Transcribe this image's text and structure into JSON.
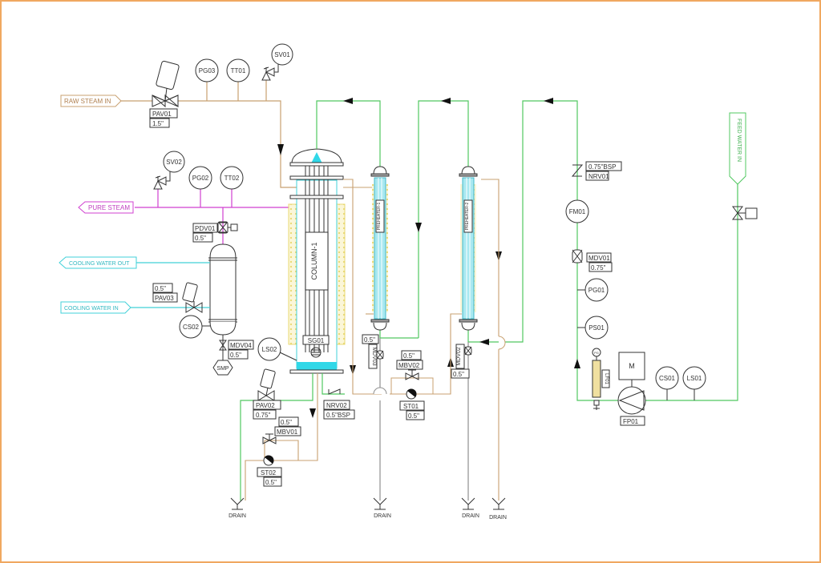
{
  "diagram": {
    "type": "P&ID - pure steam generator",
    "colors": {
      "frame": "#f0a860",
      "raw_steam": "#c8a070",
      "pure_steam": "#d040d0",
      "cooling_water": "#40d0d8",
      "feed_water": "#50c860",
      "drain": "#909090",
      "insulation": "#e8d870",
      "column_fill": "#30d8e8"
    },
    "streams": {
      "raw_steam_in": "RAW STEAM IN",
      "pure_steam": "PURE STEAM",
      "cooling_water_out": "COOLING WATER OUT",
      "cooling_water_in": "COOLING WATER IN",
      "feed_water_in": "FEED WATER IN"
    },
    "equipment": {
      "column": "COLUMN-1",
      "preheater1": "PREHEATER-1",
      "preheater2": "PREHEATER-2",
      "motor": "M",
      "pump": "FP01",
      "sample": "SMP",
      "filter": "LF01"
    },
    "instruments": {
      "pg03": "PG03",
      "tt01": "TT01",
      "sv01": "SV01",
      "sv02": "SV02",
      "pg02": "PG02",
      "tt02": "TT02",
      "cs02": "CS02",
      "ls02": "LS02",
      "sg01": "SG01",
      "fm01": "FM01",
      "pg01": "PG01",
      "ps01": "PS01",
      "cs01": "CS01",
      "ls01": "LS01",
      "pg_small": "PG"
    },
    "valves": {
      "pav01": {
        "tag": "PAV01",
        "size": "1.5\""
      },
      "pdv01": {
        "tag": "PDV01",
        "size": "0.5\""
      },
      "pav03": {
        "tag": "PAV03",
        "size": "0.5\""
      },
      "mdv04": {
        "tag": "MDV04",
        "size": "0.5\""
      },
      "pav02": {
        "tag": "PAV02",
        "size": "0.75\""
      },
      "mbv01": {
        "tag": "MBV01",
        "size": "0.5\""
      },
      "st02": {
        "tag": "ST02",
        "size": "0.5\""
      },
      "nrv02": {
        "tag": "NRV02",
        "size": "0.5\"BSP"
      },
      "mdv03": {
        "tag": "MDV03",
        "size": "0.5\""
      },
      "mbv02": {
        "tag": "MBV02",
        "size": "0.5\""
      },
      "st01": {
        "tag": "ST01",
        "size": "0.5\""
      },
      "mdv02": {
        "tag": "MDV02",
        "size": "0.5\""
      },
      "nrv01": {
        "tag": "NRV01",
        "size": "0.75\"BSP"
      },
      "mdv01": {
        "tag": "MDV01",
        "size": "0.75\""
      }
    },
    "drains": [
      "DRAIN",
      "DRAIN",
      "DRAIN",
      "DRAIN"
    ]
  }
}
